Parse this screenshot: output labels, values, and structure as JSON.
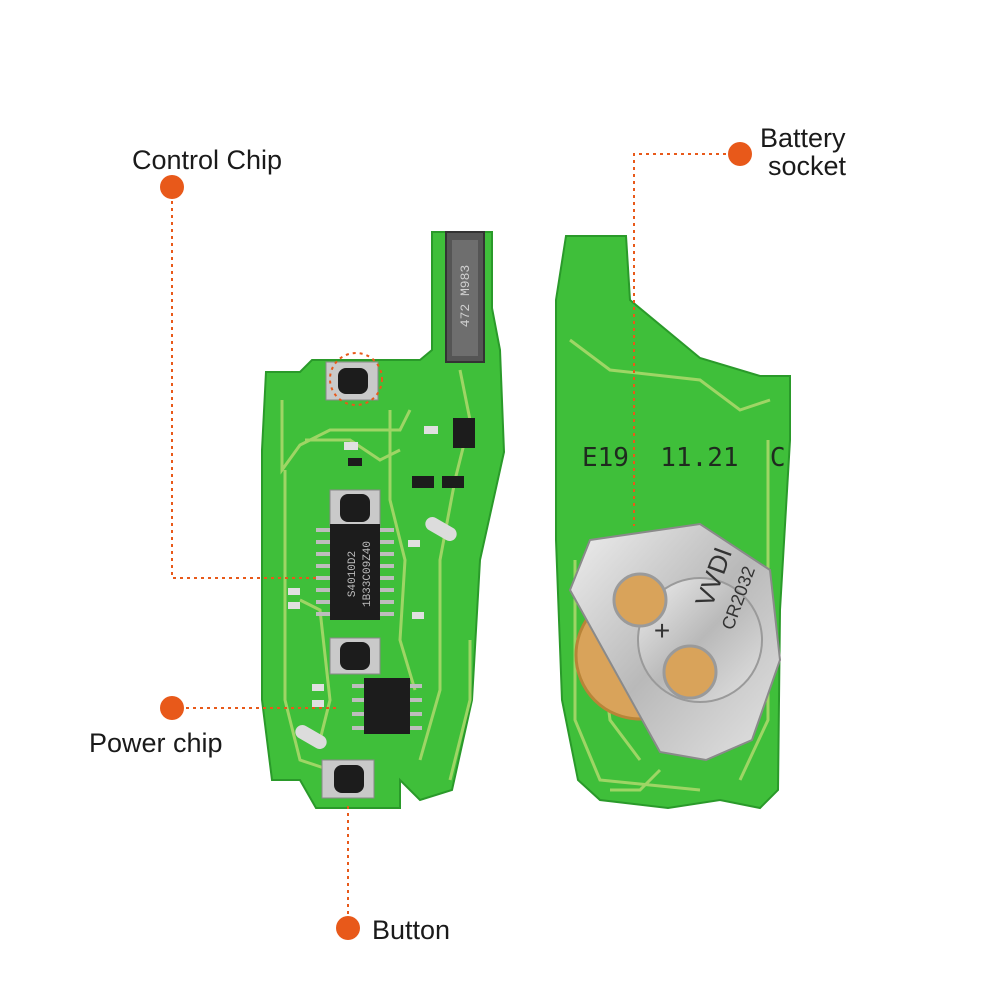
{
  "annotations": {
    "control_chip": "Control Chip",
    "battery_socket_line1": "Battery",
    "battery_socket_line2": "socket",
    "power_chip": "Power chip",
    "button": "Button"
  },
  "board_markings": {
    "date_code": "E19  11.21  C",
    "connector_text": "472 M983",
    "control_chip_text_1": "S4010D2",
    "control_chip_text_2": "1B33C09Z40",
    "battery_brand": "VVDI",
    "battery_model": "CR2032",
    "battery_plus": "+"
  },
  "colors": {
    "pcb_green": "#3fbf3a",
    "pcb_trace": "#a9d86a",
    "copper": "#d9a35a",
    "callout_orange": "#e8591a",
    "chip_black": "#1c1c1c",
    "battery_silver": "#c9c9c9",
    "text": "#1a1a1a"
  }
}
